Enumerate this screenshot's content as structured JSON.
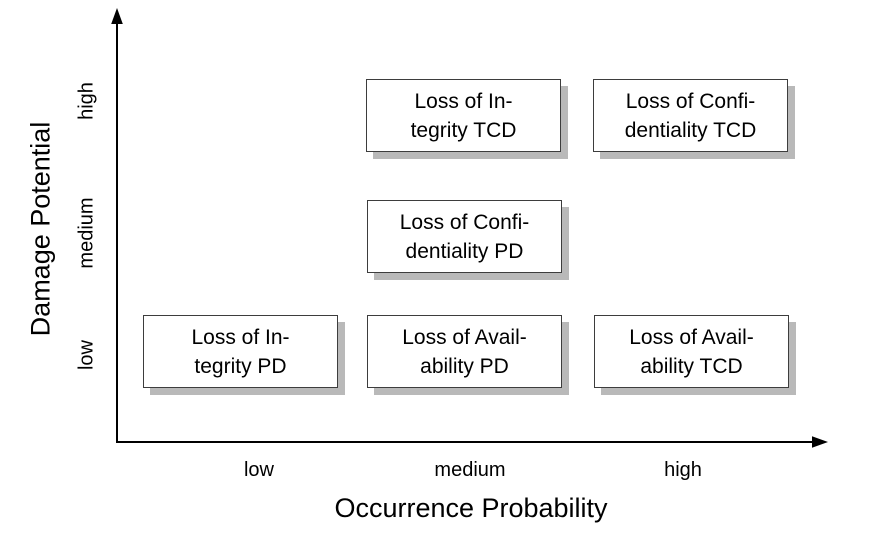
{
  "figure": {
    "colors": {
      "background": "#ffffff",
      "axis": "#000000",
      "box_border": "#3d3d3d",
      "box_background": "#ffffff",
      "box_shadow": "#b9b9b9",
      "text": "#000000"
    }
  },
  "x_axis": {
    "label": "Occurrence Probability",
    "ticks": [
      "low",
      "medium",
      "high"
    ]
  },
  "y_axis": {
    "label": "Damage Potential",
    "ticks": [
      "low",
      "medium",
      "high"
    ]
  },
  "boxes": [
    {
      "name": "loss-of-integrity-tcd",
      "lines": [
        "Loss of In-",
        "tegrity TCD"
      ],
      "occurrence": "medium",
      "damage": "high"
    },
    {
      "name": "loss-of-confidentiality-tcd",
      "lines": [
        "Loss of Confi-",
        "dentiality TCD"
      ],
      "occurrence": "high",
      "damage": "high"
    },
    {
      "name": "loss-of-confidentiality-pd",
      "lines": [
        "Loss of Confi-",
        "dentiality PD"
      ],
      "occurrence": "medium",
      "damage": "medium"
    },
    {
      "name": "loss-of-integrity-pd",
      "lines": [
        "Loss of In-",
        "tegrity PD"
      ],
      "occurrence": "low",
      "damage": "low"
    },
    {
      "name": "loss-of-availability-pd",
      "lines": [
        "Loss of Avail-",
        "ability PD"
      ],
      "occurrence": "medium",
      "damage": "low"
    },
    {
      "name": "loss-of-availability-tcd",
      "lines": [
        "Loss of Avail-",
        "ability TCD"
      ],
      "occurrence": "high",
      "damage": "low"
    }
  ],
  "chart_data": {
    "type": "scatter",
    "title": "",
    "xlabel": "Occurrence Probability",
    "ylabel": "Damage Potential",
    "x_ticks": [
      "low",
      "medium",
      "high"
    ],
    "y_ticks": [
      "low",
      "medium",
      "high"
    ],
    "grid": false,
    "points": [
      {
        "label": "Loss of Integrity TCD",
        "x": "medium",
        "y": "high"
      },
      {
        "label": "Loss of Confidentiality TCD",
        "x": "high",
        "y": "high"
      },
      {
        "label": "Loss of Confidentiality PD",
        "x": "medium",
        "y": "medium"
      },
      {
        "label": "Loss of Integrity PD",
        "x": "low",
        "y": "low"
      },
      {
        "label": "Loss of Availability PD",
        "x": "medium",
        "y": "low"
      },
      {
        "label": "Loss of Availability TCD",
        "x": "high",
        "y": "low"
      }
    ]
  }
}
